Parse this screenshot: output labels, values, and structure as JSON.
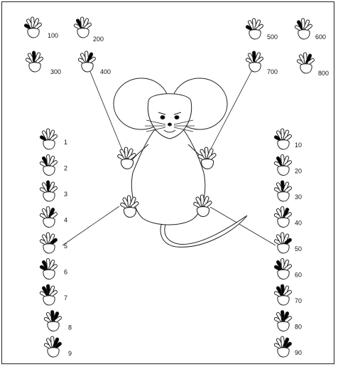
{
  "colors": {
    "line": "#222222",
    "mark": "#000000",
    "background": "#ffffff"
  },
  "front_paws": [
    {
      "code": "100",
      "marked_digits": [
        0
      ]
    },
    {
      "code": "200",
      "marked_digits": [
        1
      ]
    },
    {
      "code": "300",
      "marked_digits": [
        2
      ]
    },
    {
      "code": "400",
      "marked_digits": [
        3
      ]
    },
    {
      "code": "500",
      "marked_digits": [
        0
      ]
    },
    {
      "code": "600",
      "marked_digits": [
        1
      ]
    },
    {
      "code": "700",
      "marked_digits": [
        2
      ]
    },
    {
      "code": "800",
      "marked_digits": [
        3
      ]
    }
  ],
  "hind_paws_left": [
    {
      "code": "1",
      "marked_digits": [
        0
      ]
    },
    {
      "code": "2",
      "marked_digits": [
        1
      ]
    },
    {
      "code": "3",
      "marked_digits": [
        2
      ]
    },
    {
      "code": "4",
      "marked_digits": [
        3
      ]
    },
    {
      "code": "5",
      "marked_digits": [
        4
      ]
    },
    {
      "code": "6",
      "marked_digits": [
        0,
        1
      ]
    },
    {
      "code": "7",
      "marked_digits": [
        1,
        2
      ]
    },
    {
      "code": "8",
      "marked_digits": [
        2,
        3
      ]
    },
    {
      "code": "9",
      "marked_digits": [
        3,
        4
      ]
    }
  ],
  "hind_paws_right": [
    {
      "code": "10",
      "marked_digits": [
        0
      ]
    },
    {
      "code": "20",
      "marked_digits": [
        1
      ]
    },
    {
      "code": "30",
      "marked_digits": [
        2
      ]
    },
    {
      "code": "40",
      "marked_digits": [
        3
      ]
    },
    {
      "code": "50",
      "marked_digits": [
        4
      ]
    },
    {
      "code": "60",
      "marked_digits": [
        0,
        1
      ]
    },
    {
      "code": "70",
      "marked_digits": [
        1,
        2
      ]
    },
    {
      "code": "80",
      "marked_digits": [
        2,
        3
      ]
    },
    {
      "code": "90",
      "marked_digits": [
        3,
        4
      ]
    }
  ],
  "connector_lines": [
    {
      "from": "400",
      "to": "front-left-paw"
    },
    {
      "from": "700",
      "to": "front-right-paw"
    },
    {
      "from": "5",
      "to": "hind-left-paw"
    },
    {
      "from": "50",
      "to": "hind-right-paw"
    }
  ]
}
